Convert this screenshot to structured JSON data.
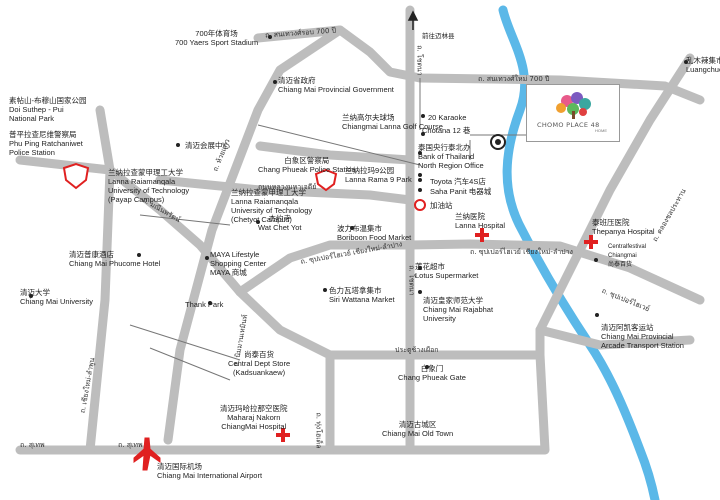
{
  "colors": {
    "road": "#bdbdbd",
    "river": "#5bb8e8",
    "hospital": "#e02020",
    "plane": "#e02020",
    "dot": "#333333"
  },
  "places": {
    "stadium_cn": "700年体育场",
    "stadium_en": "700 Yaers Sport Stadium",
    "govt_cn": "清迈省政府",
    "govt_en": "Chiang Mai Provincial Government",
    "doisuthep_cn": "素帖山-布穆山国家公园",
    "doisuthep_en1": "Doi Suthep - Pui",
    "doisuthep_en2": "National Park",
    "police_cn": "普平拉查尼维警察局",
    "police_en1": "Phu Ping Ratchaniwet",
    "police_en2": "Police Station",
    "golf_cn": "兰纳高尔夫球场",
    "golf_en": "Chiangmai Lanna Golf Course",
    "karaoke": "20 Karaoke",
    "chotana": "Chotana 12 巷",
    "convention": "清迈会展中心",
    "bank_cn": "泰国央行泰北办",
    "bank_en1": "Bank of Thailand",
    "bank_en2": "North Region Office",
    "policeck_cn": "白象区警察局",
    "policeck_en": "Chang Phueak Police Station",
    "lannapark_cn": "兰纳拉玛9公园",
    "lannapark_en": "Lanna Rama 9 Park",
    "rmutl1_cn": "兰纳拉查蒙甲理工大学",
    "rmutl1_en1": "Lanna Raiamanqala",
    "rmutl1_en2": "University of Technology",
    "rmutl1_en3": "(Payap Campus)",
    "rmutl2_cn": "兰纳拉查蒙甲理工大学",
    "rmutl2_en1": "Lanna Raiamanqala",
    "rmutl2_en2": "University of Technology",
    "rmutl2_en3": "(Chetyot Campus)",
    "toyota": "Toyota 汽车4S店",
    "saha": "Saha Panit 电器城",
    "gas": "加油站",
    "chetyot_cn": "杰约寺",
    "chetyot_en": "Wat Chet Yot",
    "boriboon_cn": "波力布温集市",
    "boriboon_en": "Boriboon Food Market",
    "lannahosp_cn": "兰纳医院",
    "lannahosp_en": "Lanna Hospital",
    "maya_en": "MAYA Lifestyle",
    "maya_en2": "Shopping Center",
    "maya_cn": "MAYA 商城",
    "phucome_cn": "清迈普康酒店",
    "phucome_en": "Chiang Mai Phucome Hotel",
    "cmu_cn": "清迈大学",
    "cmu_en": "Chiang Mai University",
    "thankpark": "Thank Park",
    "siriwattana_cn": "色力瓦塔拿集市",
    "siriwattana_en": "Siri Wattana Market",
    "lotus_cn": "莲花超市",
    "lotus_en": "Lotus Supermarket",
    "rajabhat_cn": "清迈皇家师范大学",
    "rajabhat_en1": "Chiang Mai Rajabhat",
    "rajabhat_en2": "University",
    "thepanya_cn": "泰班压医院",
    "thepanya_en": "Thepanya Hospital",
    "central_fest_en1": "Centralfestival",
    "central_fest_en2": "Chiangmai",
    "central_fest_cn": "尚泰百货",
    "luangchuo_cn": "乱木辣集市",
    "luangchuo_en": "Luangchuo Market",
    "arcade_cn": "清迈阿凯客运站",
    "arcade_en1": "Chiang Mai Provincial",
    "arcade_en2": "Arcade Transport Station",
    "kad_cn": "尚泰百货",
    "kad_en1": "Central Dept Store",
    "kad_en2": "(Kadsuankaew)",
    "gate_cn": "白象门",
    "gate_en": "Chang Phueak Gate",
    "oldtown_cn": "清迈古城区",
    "oldtown_en": "Chiang Mai Old Town",
    "hospital_cn": "清迈玛哈拉那空医院",
    "hospital_en1": "Maharaj Nakorn",
    "hospital_en2": "ChiangMai Hospital",
    "airport_cn": "清迈国际机场",
    "airport_en": "Chiang Mai International Airport",
    "north_label": "前往迈林县"
  },
  "roads": {
    "r1": "ถ. สนเทวงศ์รอบ 700 ปี",
    "r2": "ถ. สนเทวงศ์ใหม่ 700 ปี",
    "r3": "ถ. โชตนา",
    "r4": "ถนนหลวงมหาเจดีย์",
    "r5": "ถ. ห้วยแก้ว",
    "r6": "ถ. ซุปเปอร์ไฮเวย์ เชียงใหม่-ลำปาง",
    "r7": "ถ. ซุปเปอร์ไฮเวย์ เชียงใหม่-ลำปาง",
    "r8": "ถ. ซุปเปอร์ไฮเวย์",
    "r9": "ถ. นิมมานเหมินท์",
    "r10": "ถ. สุเทพ",
    "r11": "ถ. สุเทพ",
    "r12": "ประตูช้างเผือก",
    "r13": "ถ. มณีนพรัตน์",
    "r14": "ถ. คลองชลประทาน",
    "r15": "ถ. เชียงใหม่-ลำพูน",
    "r16": "ถ. โชตนา",
    "r17": "ถ. ทุ่งโฮเต็ล"
  },
  "logo": {
    "text": "CHOMO PLACE 48",
    "sub": "HOME"
  }
}
